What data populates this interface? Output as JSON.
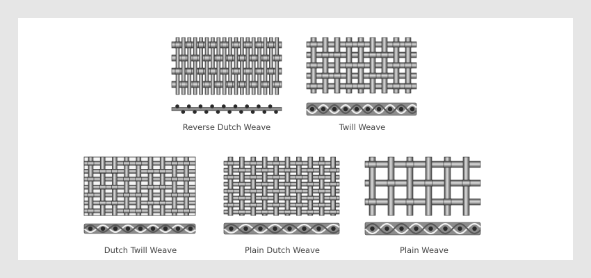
{
  "colors": {
    "background": "#e6e6e6",
    "panel": "#ffffff",
    "metal_dark": "#4a4a4a",
    "metal_mid": "#8c8c8c",
    "metal_light": "#e0e0e0",
    "caption_text": "#444444"
  },
  "weaves": [
    {
      "id": "reverse-dutch",
      "caption": "Reverse Dutch Weave"
    },
    {
      "id": "twill",
      "caption": "Twill Weave"
    },
    {
      "id": "dutch-twill",
      "caption": "Dutch Twill Weave"
    },
    {
      "id": "plain-dutch",
      "caption": "Plain Dutch Weave"
    },
    {
      "id": "plain",
      "caption": "Plain Weave"
    }
  ]
}
